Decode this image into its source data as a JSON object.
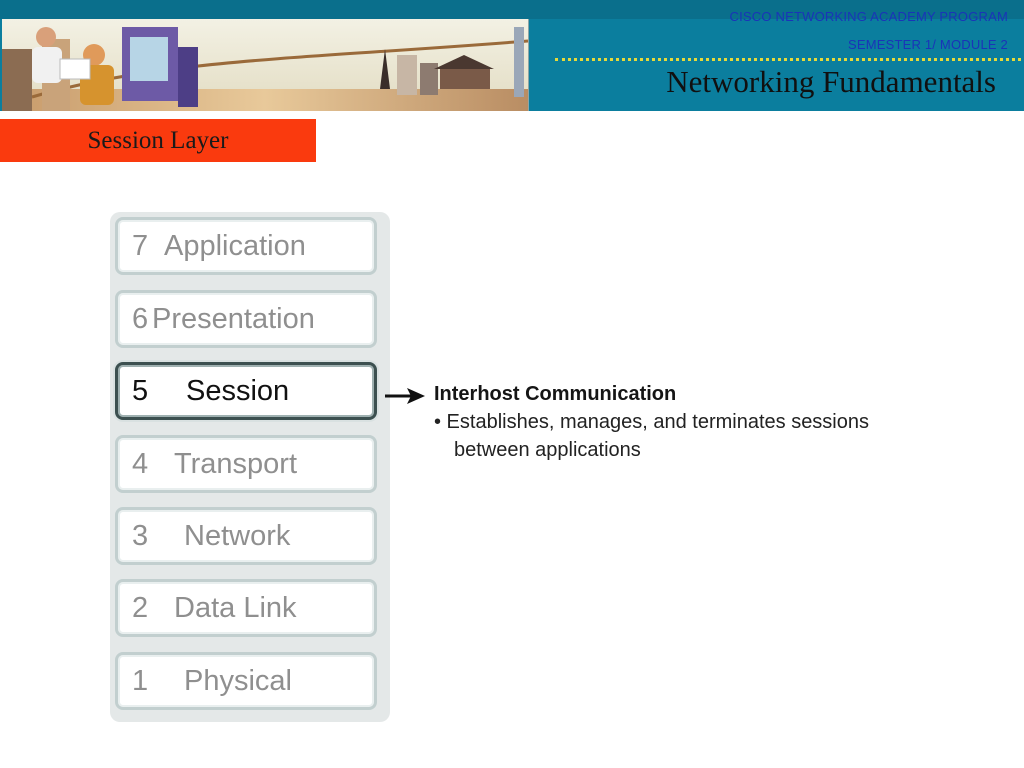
{
  "header": {
    "program": "CISCO NETWORKING ACADEMY PROGRAM",
    "semester": "SEMESTER 1/ MODULE 2",
    "course_title": "Networking Fundamentals"
  },
  "section": {
    "title": "Session Layer"
  },
  "osi": {
    "layers": [
      {
        "num": "7",
        "name": "Application",
        "active": false
      },
      {
        "num": "6",
        "name": "Presentation",
        "active": false
      },
      {
        "num": "5",
        "name": "Session",
        "active": true
      },
      {
        "num": "4",
        "name": "Transport",
        "active": false
      },
      {
        "num": "3",
        "name": "Network",
        "active": false
      },
      {
        "num": "2",
        "name": "Data Link",
        "active": false
      },
      {
        "num": "1",
        "name": "Physical",
        "active": false
      }
    ]
  },
  "annotation": {
    "title": "Interhost Communication",
    "bullet_line1": "• Establishes, manages, and terminates sessions",
    "bullet_line2": "between applications"
  },
  "colors": {
    "header_bg": "#0b7e9e",
    "section_tag_bg": "#fa3a0e",
    "header_text_blue": "#1a34b8",
    "dotted_rule": "#e6d93a"
  }
}
